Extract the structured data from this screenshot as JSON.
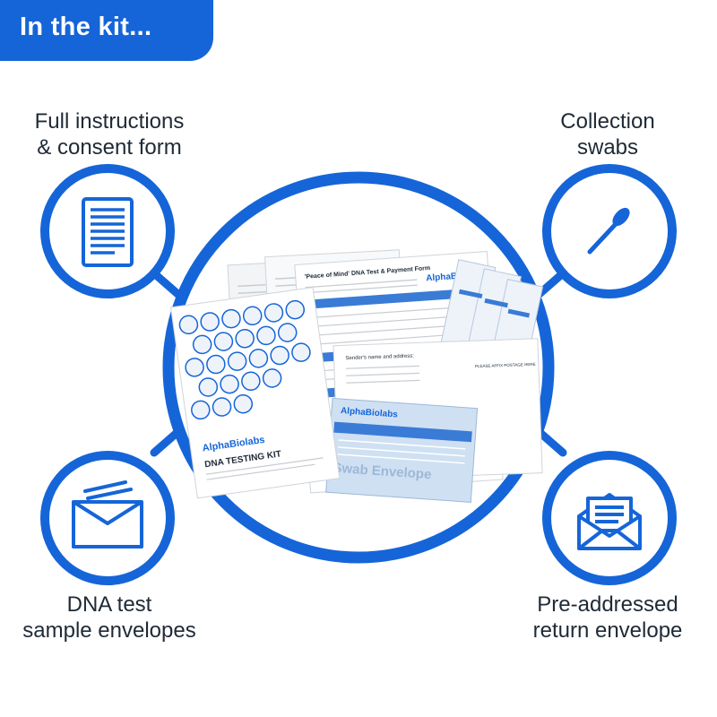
{
  "header": {
    "title": "In the kit..."
  },
  "colors": {
    "brand_blue": "#1565d8",
    "text_dark": "#1e2a36",
    "paper": "#ffffff",
    "envelope_blue": "#cfe0f3"
  },
  "items": [
    {
      "line1": "Full instructions",
      "line2": "& consent form",
      "icon": "document-icon"
    },
    {
      "line1": "Collection",
      "line2": "swabs",
      "icon": "swab-icon"
    },
    {
      "line1": "DNA test",
      "line2": "sample envelopes",
      "icon": "envelope-icon"
    },
    {
      "line1": "Pre-addressed",
      "line2": "return envelope",
      "icon": "open-envelope-icon"
    }
  ],
  "product": {
    "brand": "AlphaBiolabs",
    "kit_title": "DNA TESTING KIT",
    "form_title": "'Peace of Mind' DNA Test & Payment Form",
    "swab_envelope": "Swab Envelope",
    "sender_label": "Sender's name and address:",
    "postage_label": "PLEASE AFFIX POSTAGE HERE"
  }
}
